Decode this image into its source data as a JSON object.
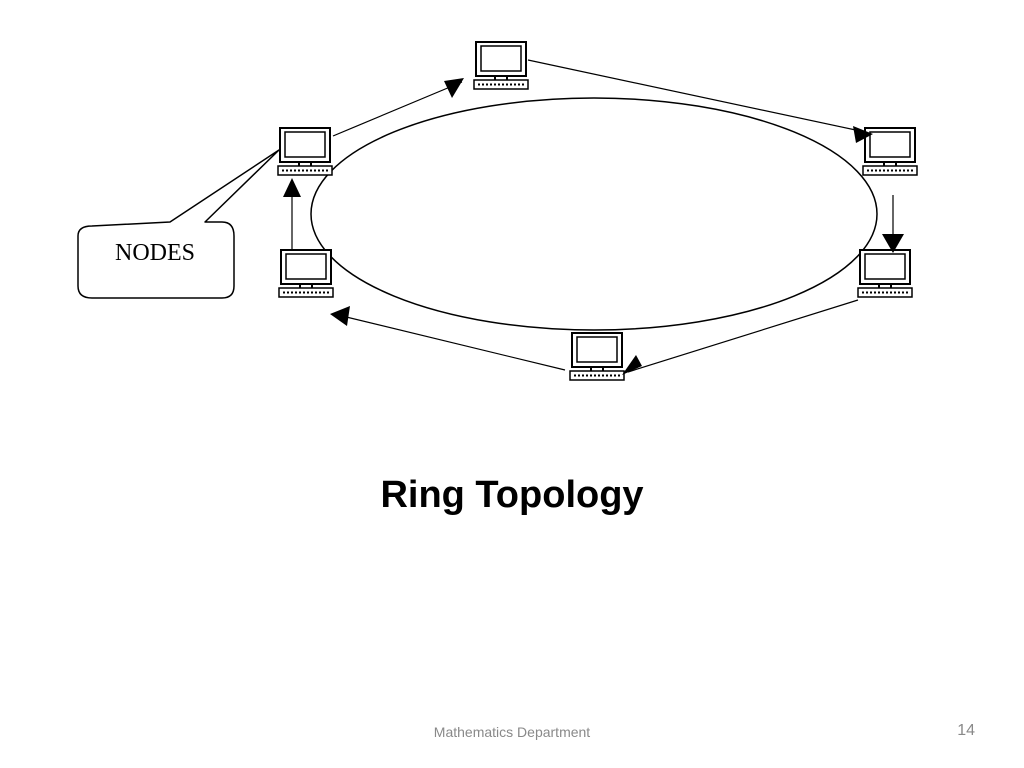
{
  "diagram": {
    "callout_label": "NODES",
    "node_icon": "computer-icon",
    "line_color": "#000000"
  },
  "slide": {
    "title": "Ring Topology",
    "footer": "Mathematics Department",
    "page_number": "14"
  }
}
